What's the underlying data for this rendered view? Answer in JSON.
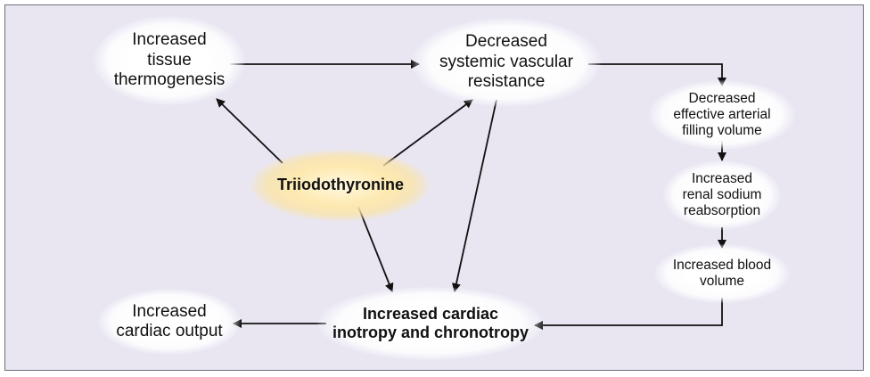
{
  "nodes": {
    "thermogenesis": "Increased\ntissue\nthermogenesis",
    "vascular_resistance": "Decreased\nsystemic vascular\nresistance",
    "arterial_filling": "Decreased\neffective arterial\nfilling volume",
    "renal_sodium": "Increased\nrenal sodium\nreabsorption",
    "blood_volume": "Increased blood\nvolume",
    "triiodothyronine": "Triiodothyronine",
    "cardiac_output": "Increased\ncardiac output",
    "inotropy": "Increased cardiac\ninotropy and chronotropy"
  },
  "colors": {
    "background": "#e9e6f2",
    "border": "#6e6e7a",
    "arrow": "#111111",
    "core_glow": "#fde9b0"
  }
}
